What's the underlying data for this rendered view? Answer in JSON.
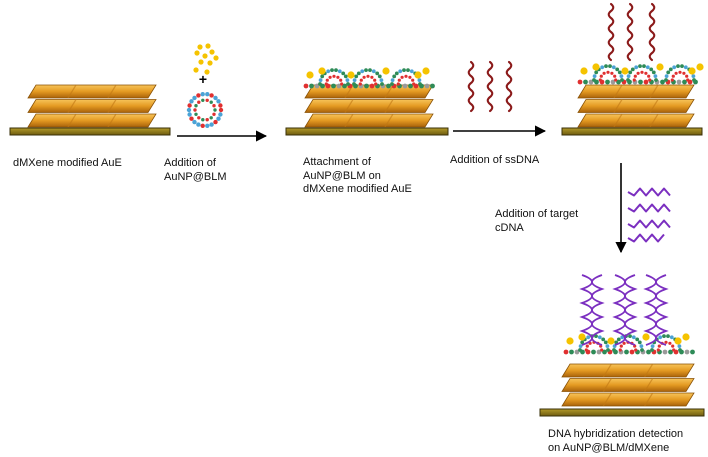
{
  "labels": {
    "step1": "dMXene modified AuE",
    "step2": "Addition of\nAuNP@BLM",
    "step3": "Attachment of\nAuNP@BLM on\ndMXene modified AuE",
    "step4": "Addition of ssDNA",
    "step5": "Addition of target\ncDNA",
    "step6": "DNA hybridization detection\non AuNP@BLM/dMXene"
  },
  "colors": {
    "electrode": "#8a7418",
    "electrode_edge": "#3a3008",
    "mxene_light": "#f3b23c",
    "mxene_dark": "#b86e0c",
    "aunp": "#f5c300",
    "ssdna": "#8b1a1a",
    "cdna": "#7b2fc0",
    "lipid_head_a": "#2e8b57",
    "lipid_head_b": "#e03030",
    "lipid_head_c": "#4ba3d6",
    "arrow": "#000000"
  }
}
